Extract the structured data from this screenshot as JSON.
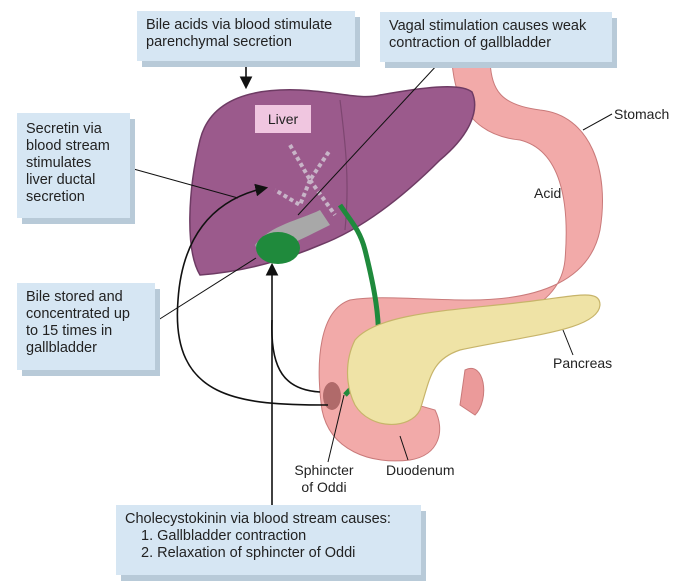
{
  "callouts": {
    "bile_acids": "Bile acids via blood stimulate parenchymal secretion",
    "vagal": "Vagal stimulation causes weak contraction of gallbladder",
    "secretin": "Secretin via blood stream stimulates liver ductal secretion",
    "bile_stored": "Bile stored and concentrated up to 15 times in gallbladder",
    "cck": {
      "title": "Cholecystokinin via blood stream causes:",
      "items": [
        "1. Gallbladder contraction",
        "2. Relaxation of sphincter of Oddi"
      ]
    }
  },
  "labels": {
    "liver": "Liver",
    "stomach": "Stomach",
    "acid": "Acid",
    "pancreas": "Pancreas",
    "duodenum": "Duodenum",
    "sphincter_line1": "Sphincter",
    "sphincter_line2": "of Oddi"
  },
  "colors": {
    "callout_bg": "#d6e6f3",
    "liver": "#9b5a8c",
    "stomach": "#f2a9a8",
    "pancreas": "#efe3a6",
    "gallbladder": "#1f8a3c"
  }
}
